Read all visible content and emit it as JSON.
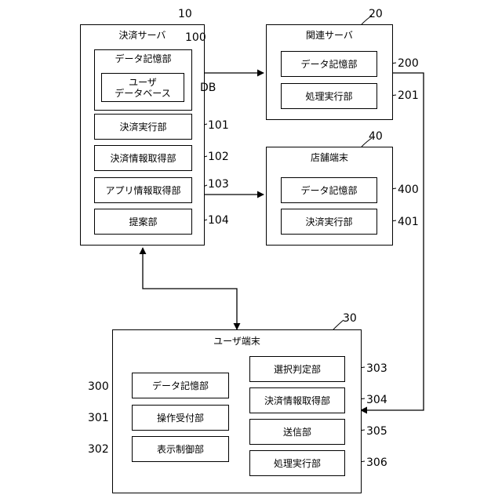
{
  "settlement_server": {
    "ref": "10",
    "title": "決済サーバ",
    "data_storage": {
      "ref": "100",
      "label": "データ記憶部"
    },
    "user_db": {
      "line1": "ユーザ",
      "line2": "データベース",
      "tag": "DB"
    },
    "settlement_exec": {
      "ref": "101",
      "label": "決済実行部"
    },
    "settlement_info": {
      "ref": "102",
      "label": "決済情報取得部"
    },
    "app_info": {
      "ref": "103",
      "label": "アプリ情報取得部"
    },
    "proposal": {
      "ref": "104",
      "label": "提案部"
    }
  },
  "related_server": {
    "ref": "20",
    "title": "関連サーバ",
    "data_storage": {
      "ref": "200",
      "label": "データ記憶部"
    },
    "process_exec": {
      "ref": "201",
      "label": "処理実行部"
    }
  },
  "store_terminal": {
    "ref": "40",
    "title": "店舗端末",
    "data_storage": {
      "ref": "400",
      "label": "データ記憶部"
    },
    "settlement_exec": {
      "ref": "401",
      "label": "決済実行部"
    }
  },
  "user_terminal": {
    "ref": "30",
    "title": "ユーザ端末",
    "data_storage": {
      "ref": "300",
      "label": "データ記憶部"
    },
    "operation_accept": {
      "ref": "301",
      "label": "操作受付部"
    },
    "display_control": {
      "ref": "302",
      "label": "表示制御部"
    },
    "selection_judge": {
      "ref": "303",
      "label": "選択判定部"
    },
    "settlement_info": {
      "ref": "304",
      "label": "決済情報取得部"
    },
    "transmit": {
      "ref": "305",
      "label": "送信部"
    },
    "process_exec": {
      "ref": "306",
      "label": "処理実行部"
    }
  }
}
